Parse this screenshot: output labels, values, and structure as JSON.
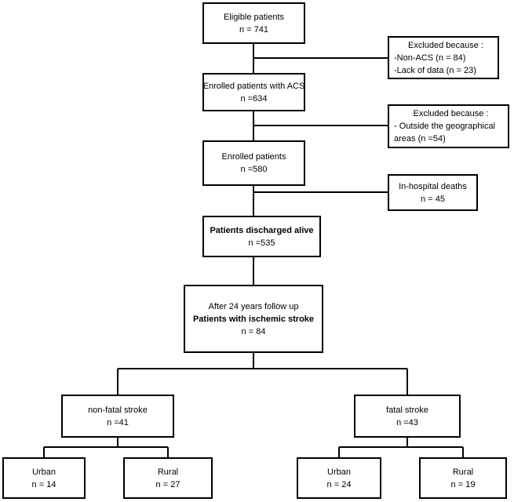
{
  "boxes": {
    "eligible": {
      "title": "Eligible patients",
      "n": "n = 741"
    },
    "excluded1": {
      "title": "Excluded because :",
      "line1": "-Non-ACS (n = 84)",
      "line2": "-Lack of data (n = 23)"
    },
    "enrolled_acs": {
      "title": "Enrolled patients with ACS",
      "n": "n =634"
    },
    "excluded2": {
      "title": "Excluded because :",
      "line1": "- Outside the geographical",
      "line2": "areas (n =54)"
    },
    "enrolled": {
      "title": "Enrolled patients",
      "n": "n =580"
    },
    "deaths": {
      "title": "In-hospital deaths",
      "n": "n = 45"
    },
    "discharged": {
      "title": "Patients discharged alive",
      "n": "n =535"
    },
    "followup": {
      "line1": "After 24 years follow up",
      "title": "Patients with ischemic stroke",
      "n": "n = 84"
    },
    "nonfatal": {
      "title": "non-fatal stroke",
      "n": "n =41"
    },
    "fatal": {
      "title": "fatal stroke",
      "n": "n =43"
    },
    "urban1": {
      "title": "Urban",
      "n": "n = 14"
    },
    "rural1": {
      "title": "Rural",
      "n": "n = 27"
    },
    "urban2": {
      "title": "Urban",
      "n": "n = 24"
    },
    "rural2": {
      "title": "Rural",
      "n": "n = 19"
    }
  }
}
